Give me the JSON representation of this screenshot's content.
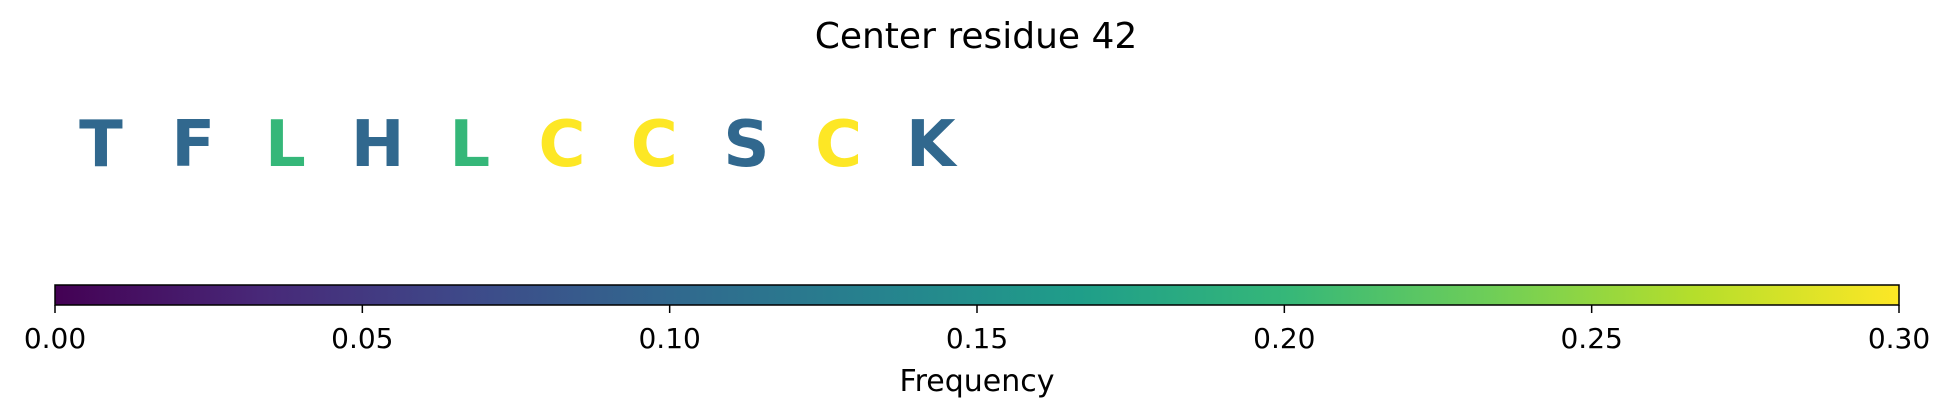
{
  "chart_data": {
    "type": "table",
    "title": "Center residue 42",
    "residues": [
      {
        "letter": "T",
        "frequency": 0.1
      },
      {
        "letter": "F",
        "frequency": 0.1
      },
      {
        "letter": "L",
        "frequency": 0.2
      },
      {
        "letter": "H",
        "frequency": 0.1
      },
      {
        "letter": "L",
        "frequency": 0.2
      },
      {
        "letter": "C",
        "frequency": 0.3
      },
      {
        "letter": "C",
        "frequency": 0.3
      },
      {
        "letter": "S",
        "frequency": 0.1
      },
      {
        "letter": "C",
        "frequency": 0.3
      },
      {
        "letter": "K",
        "frequency": 0.1
      }
    ],
    "colorbar": {
      "label": "Frequency",
      "range": [
        0,
        0.3
      ],
      "ticks": [
        0.0,
        0.05,
        0.1,
        0.15,
        0.2,
        0.25,
        0.3
      ],
      "tick_labels": [
        "0.00",
        "0.05",
        "0.10",
        "0.15",
        "0.20",
        "0.25",
        "0.30"
      ],
      "colormap": "viridis",
      "colormap_stops": [
        "#440154",
        "#482878",
        "#3e4989",
        "#31688e",
        "#26828e",
        "#1f9e89",
        "#35b779",
        "#6ece58",
        "#b5de2b",
        "#fde725"
      ]
    }
  }
}
